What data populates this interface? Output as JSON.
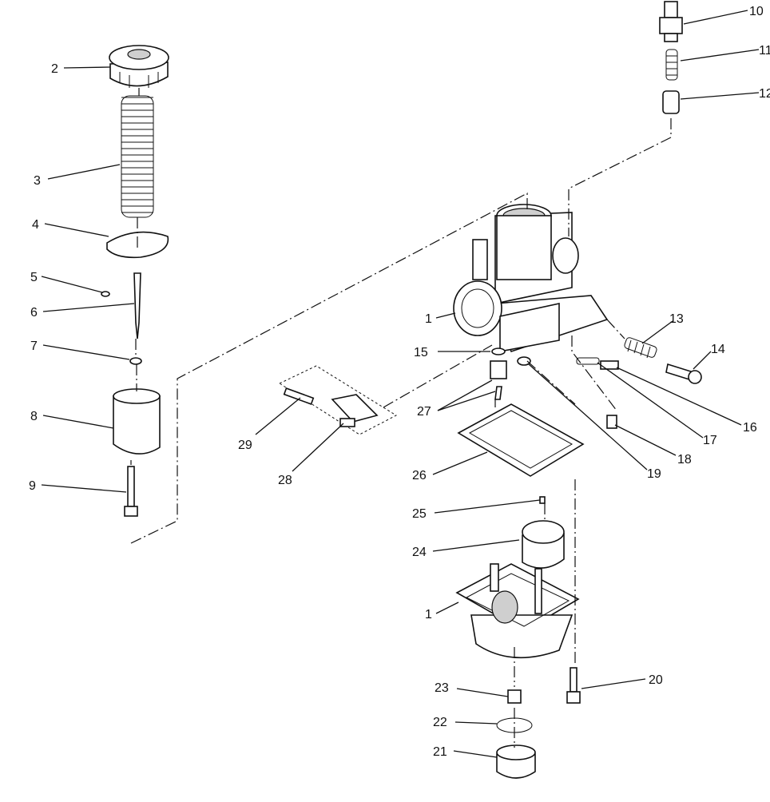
{
  "diagram": {
    "callouts": [
      "1",
      "2",
      "3",
      "4",
      "5",
      "6",
      "7",
      "8",
      "9",
      "10",
      "11",
      "12",
      "13",
      "14",
      "15",
      "16",
      "17",
      "18",
      "19",
      "20",
      "21",
      "22",
      "23",
      "24",
      "25",
      "26",
      "27",
      "28",
      "29",
      "1"
    ]
  }
}
